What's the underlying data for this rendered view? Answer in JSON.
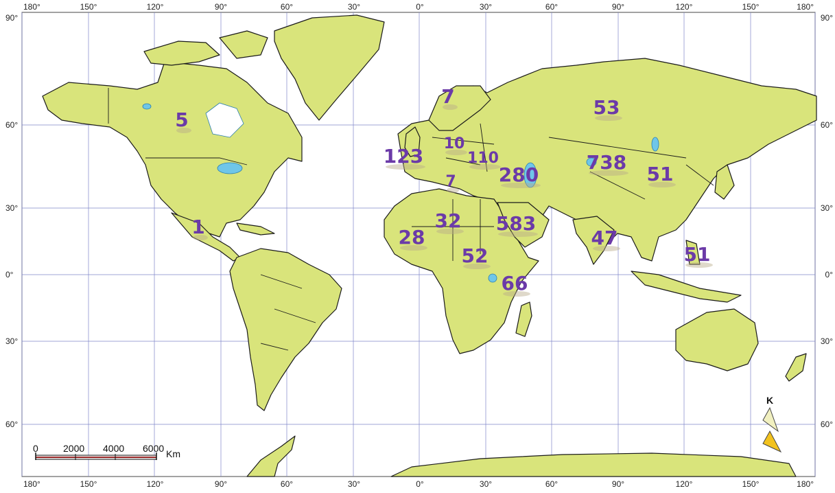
{
  "map": {
    "top_ticks": [
      "180°",
      "150°",
      "120°",
      "90°",
      "60°",
      "30°",
      "0°",
      "30°",
      "60°",
      "90°",
      "120°",
      "150°",
      "180°"
    ],
    "bottom_ticks": [
      "180°",
      "150°",
      "120°",
      "90°",
      "60°",
      "30°",
      "0°",
      "30°",
      "60°",
      "90°",
      "120°",
      "150°",
      "180°"
    ],
    "left_ticks": [
      "90°",
      "60°",
      "30°",
      "0°",
      "30°",
      "60°"
    ],
    "right_ticks": [
      "90°",
      "60°",
      "30°",
      "0°",
      "30°",
      "60°"
    ],
    "labels": [
      {
        "id": "canada",
        "text": "5"
      },
      {
        "id": "mexico",
        "text": "1"
      },
      {
        "id": "scandinavia",
        "text": "7"
      },
      {
        "id": "uk",
        "text": "123"
      },
      {
        "id": "central-europe",
        "text": "10"
      },
      {
        "id": "italy",
        "text": "7"
      },
      {
        "id": "ukraine",
        "text": "110"
      },
      {
        "id": "turkey",
        "text": "280"
      },
      {
        "id": "russia",
        "text": "53"
      },
      {
        "id": "central-asia",
        "text": "738"
      },
      {
        "id": "china",
        "text": "51"
      },
      {
        "id": "libya",
        "text": "32"
      },
      {
        "id": "west-africa",
        "text": "28"
      },
      {
        "id": "arabia",
        "text": "583"
      },
      {
        "id": "sudan",
        "text": "52"
      },
      {
        "id": "east-africa",
        "text": "66"
      },
      {
        "id": "india",
        "text": "47"
      },
      {
        "id": "philippines",
        "text": "51"
      }
    ],
    "scale_bar": {
      "ticks": [
        "0",
        "2000",
        "4000",
        "6000"
      ],
      "unit": "Km"
    },
    "north_arrow": {
      "letter": "K"
    },
    "colors": {
      "land": "#d9e47b",
      "water": "#6fc6e8",
      "grid": "#7f86c9",
      "label": "#6b3aa8"
    }
  }
}
